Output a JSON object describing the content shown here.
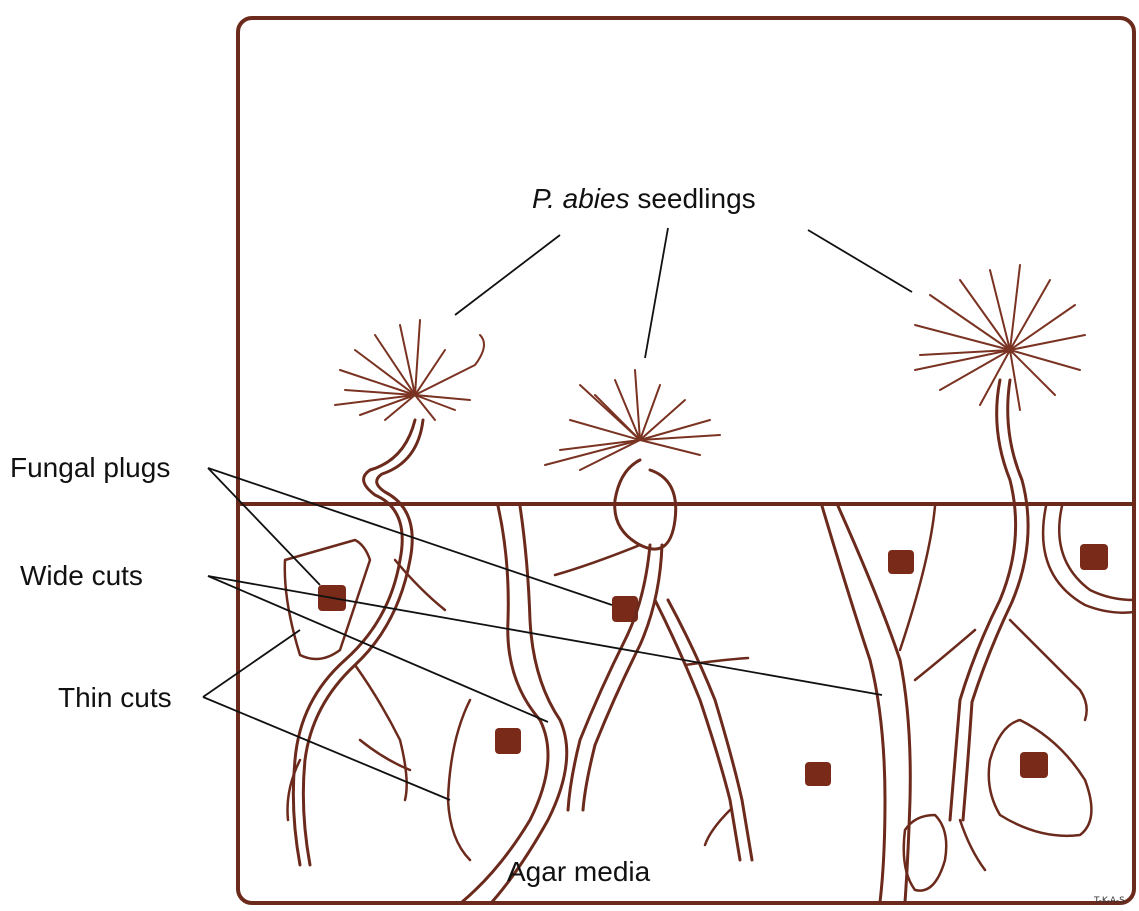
{
  "labels": {
    "seedlings_species": "P. abies",
    "seedlings_word": "seedlings",
    "fungal_plugs": "Fungal plugs",
    "wide_cuts": "Wide cuts",
    "thin_cuts": "Thin cuts",
    "agar_media": "Agar media"
  },
  "signature": "T-K-A-S",
  "colors": {
    "ink": "#6b2a1c",
    "plug": "#7a2a18",
    "pointer": "#111111"
  }
}
